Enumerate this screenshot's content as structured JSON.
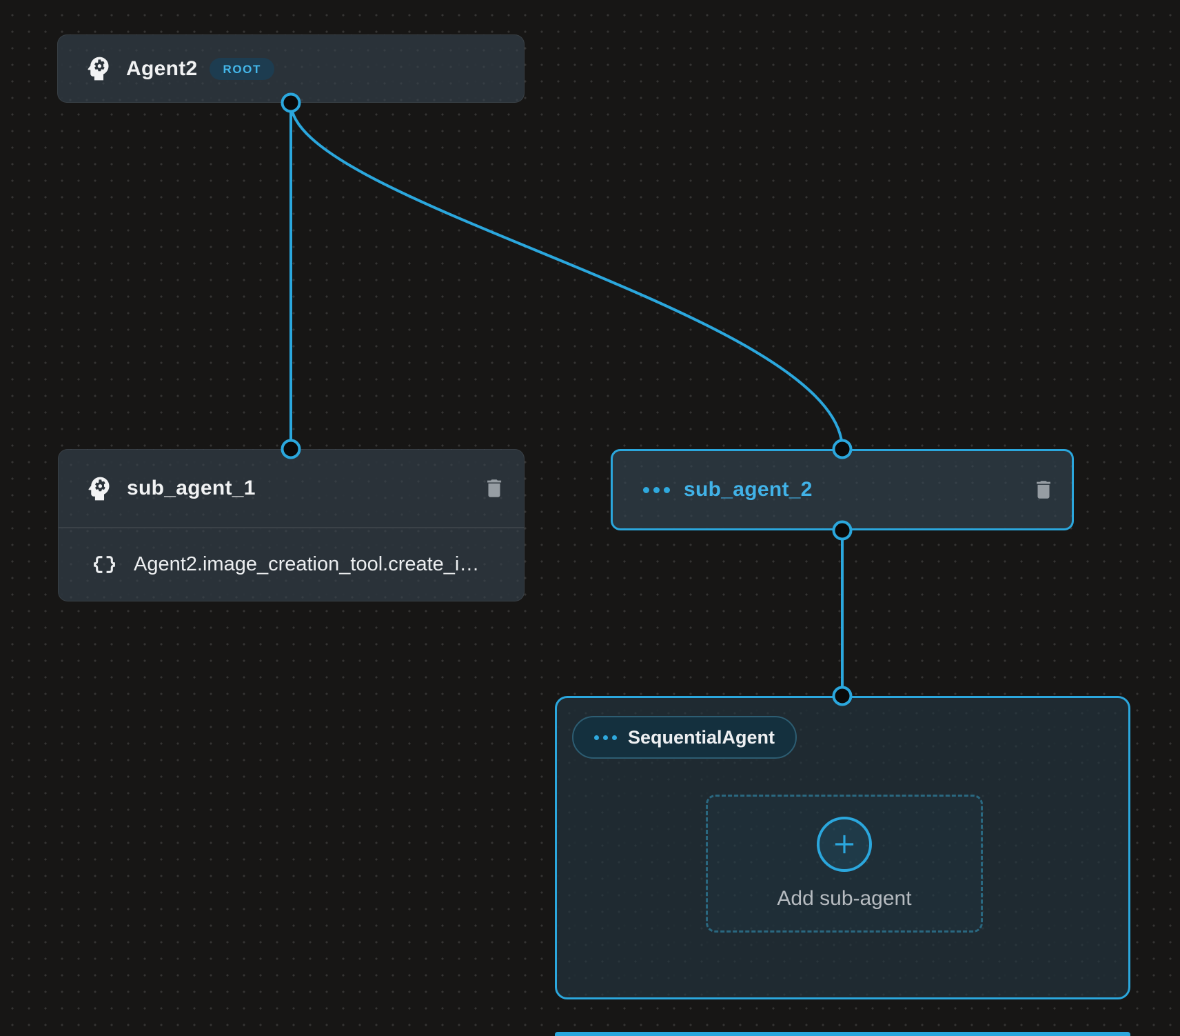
{
  "canvas": {
    "type": "agent-flow-editor",
    "accent_color": "#2BA7DD",
    "background_color": "#171615"
  },
  "nodes": {
    "root": {
      "title": "Agent2",
      "badge": "ROOT",
      "icon": "psychology-icon"
    },
    "sub_agent_1": {
      "title": "sub_agent_1",
      "icon": "psychology-icon",
      "tool": "Agent2.image_creation_tool.create_i…",
      "tool_icon": "data-object-icon",
      "actions": [
        "delete"
      ]
    },
    "sub_agent_2": {
      "title": "sub_agent_2",
      "icon": "more-horiz-icon",
      "selected": true,
      "title_color": "#41B2E7",
      "actions": [
        "delete"
      ]
    },
    "sequential_container": {
      "badge": "SequentialAgent",
      "badge_icon": "more-horiz-icon",
      "add_button": "Add sub-agent",
      "add_icon": "plus-icon"
    }
  },
  "edges": [
    {
      "from": "Agent2",
      "to": "sub_agent_1",
      "shape": "straight"
    },
    {
      "from": "Agent2",
      "to": "sub_agent_2",
      "shape": "bezier"
    },
    {
      "from": "sub_agent_2",
      "to": "sequential_container",
      "shape": "straight"
    }
  ]
}
